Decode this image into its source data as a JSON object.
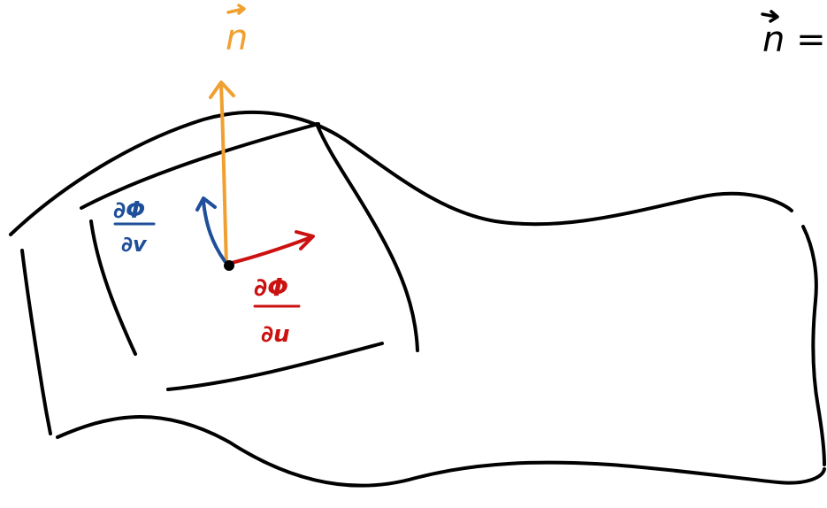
{
  "diagram": {
    "labels": {
      "normal_vector": "n",
      "partial_v_numerator": "∂Φ",
      "partial_v_denominator": "∂v",
      "partial_u_numerator": "∂Φ",
      "partial_u_denominator": "∂u",
      "equation_fragment": "n ="
    },
    "colors": {
      "outline": "#000000",
      "normal": "#F0A030",
      "partial_v": "#1F4F9A",
      "partial_u": "#CC1111",
      "point": "#000000"
    }
  }
}
